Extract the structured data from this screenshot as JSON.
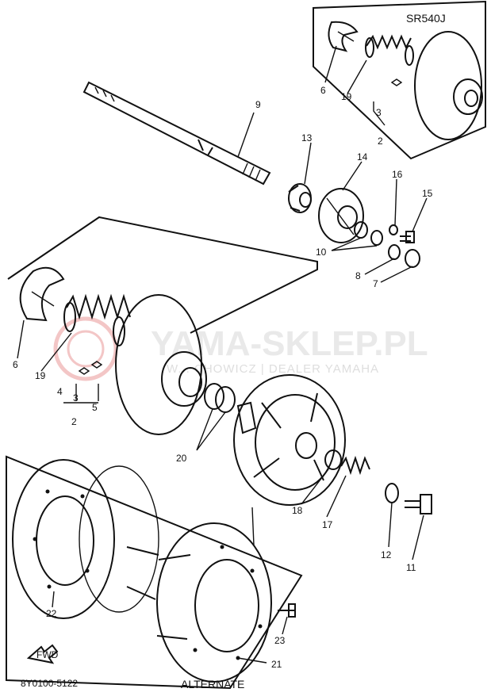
{
  "model_label": "SR540J",
  "alternate_label": "ALTERNATE",
  "catalog_code": "8Y0100-5122",
  "front_marker": "FWD",
  "watermark": {
    "main": "YAMA-SKLEP.PL",
    "sub": "W... CHOWICZ | DEALER YAMAHA"
  },
  "callouts": [
    {
      "id": "c9",
      "text": "9"
    },
    {
      "id": "c13",
      "text": "13"
    },
    {
      "id": "c14",
      "text": "14"
    },
    {
      "id": "c16",
      "text": "16"
    },
    {
      "id": "c15",
      "text": "15"
    },
    {
      "id": "c10",
      "text": "10"
    },
    {
      "id": "c8",
      "text": "8"
    },
    {
      "id": "c7",
      "text": "7"
    },
    {
      "id": "c6top",
      "text": "6"
    },
    {
      "id": "c19top",
      "text": "19"
    },
    {
      "id": "c3top",
      "text": "3"
    },
    {
      "id": "c2top",
      "text": "2"
    },
    {
      "id": "c6",
      "text": "6"
    },
    {
      "id": "c19",
      "text": "19"
    },
    {
      "id": "c4",
      "text": "4"
    },
    {
      "id": "c3",
      "text": "3"
    },
    {
      "id": "c5",
      "text": "5"
    },
    {
      "id": "c2",
      "text": "2"
    },
    {
      "id": "c20",
      "text": "20"
    },
    {
      "id": "c18",
      "text": "18"
    },
    {
      "id": "c17",
      "text": "17"
    },
    {
      "id": "c12",
      "text": "12"
    },
    {
      "id": "c11",
      "text": "11"
    },
    {
      "id": "c22",
      "text": "22"
    },
    {
      "id": "c23",
      "text": "23"
    },
    {
      "id": "c21",
      "text": "21"
    }
  ]
}
